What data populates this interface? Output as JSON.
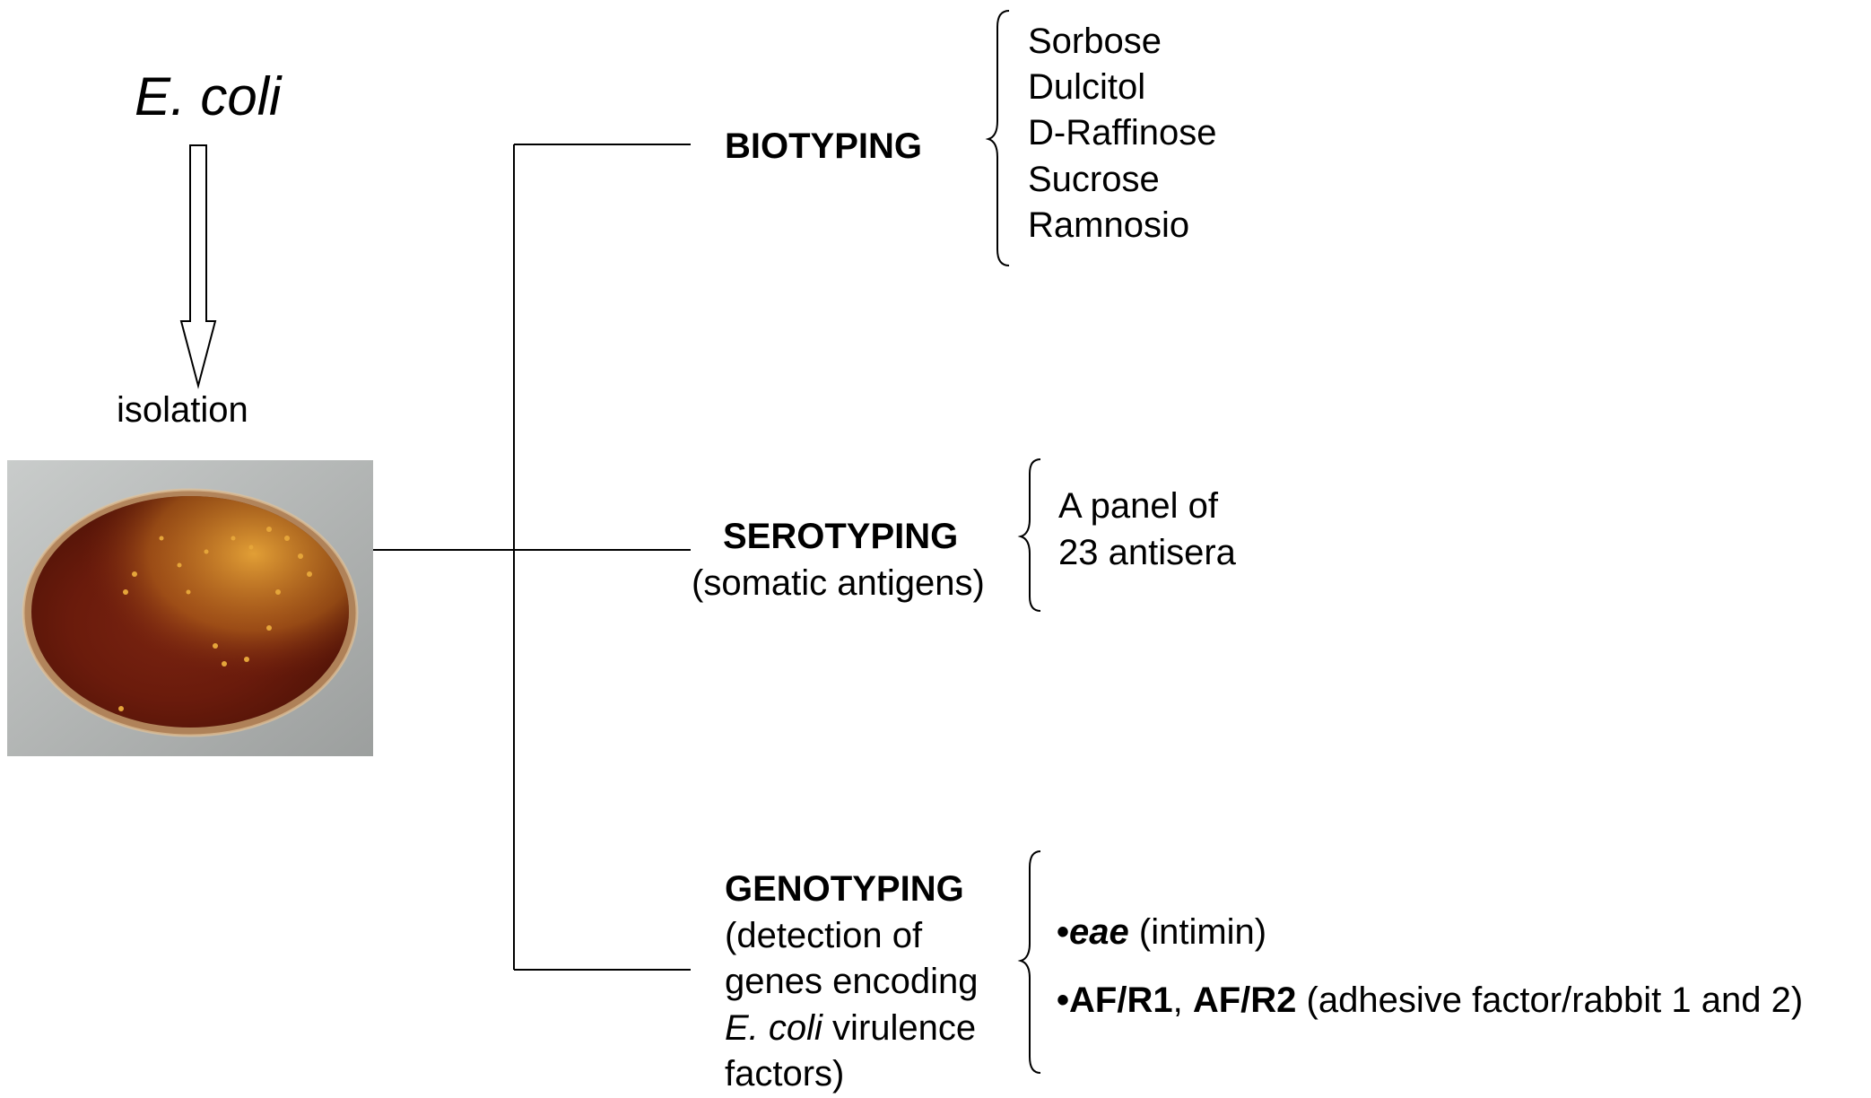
{
  "organism": "E. coli",
  "isolation_label": "isolation",
  "biotyping": {
    "title": "BIOTYPING",
    "tests": [
      "Sorbose",
      "Dulcitol",
      "D-Raffinose",
      "Sucrose",
      "Ramnosio"
    ]
  },
  "serotyping": {
    "title": "SEROTYPING",
    "subtitle": "(somatic antigens)",
    "detail_line1": "A panel of",
    "detail_line2": "23 antisera"
  },
  "genotyping": {
    "title": "GENOTYPING",
    "desc_line1": "(detection of",
    "desc_line2": "genes encoding",
    "desc_line3_italic": "E. coli",
    "desc_line3_rest": " virulence",
    "desc_line4": "factors)",
    "gene1_bullet": "•",
    "gene1_name": "eae",
    "gene1_desc": " (intimin)",
    "gene2_bullet": "•",
    "gene2_name_a": "AF/R1",
    "gene2_sep": ", ",
    "gene2_name_b": "AF/R2",
    "gene2_desc": " (adhesive factor/rabbit 1 and 2)"
  },
  "colors": {
    "plate_agar": "#6a1b0c",
    "colony": "#d89a2c",
    "plate_background": "#a8aba9",
    "line": "#000000"
  }
}
